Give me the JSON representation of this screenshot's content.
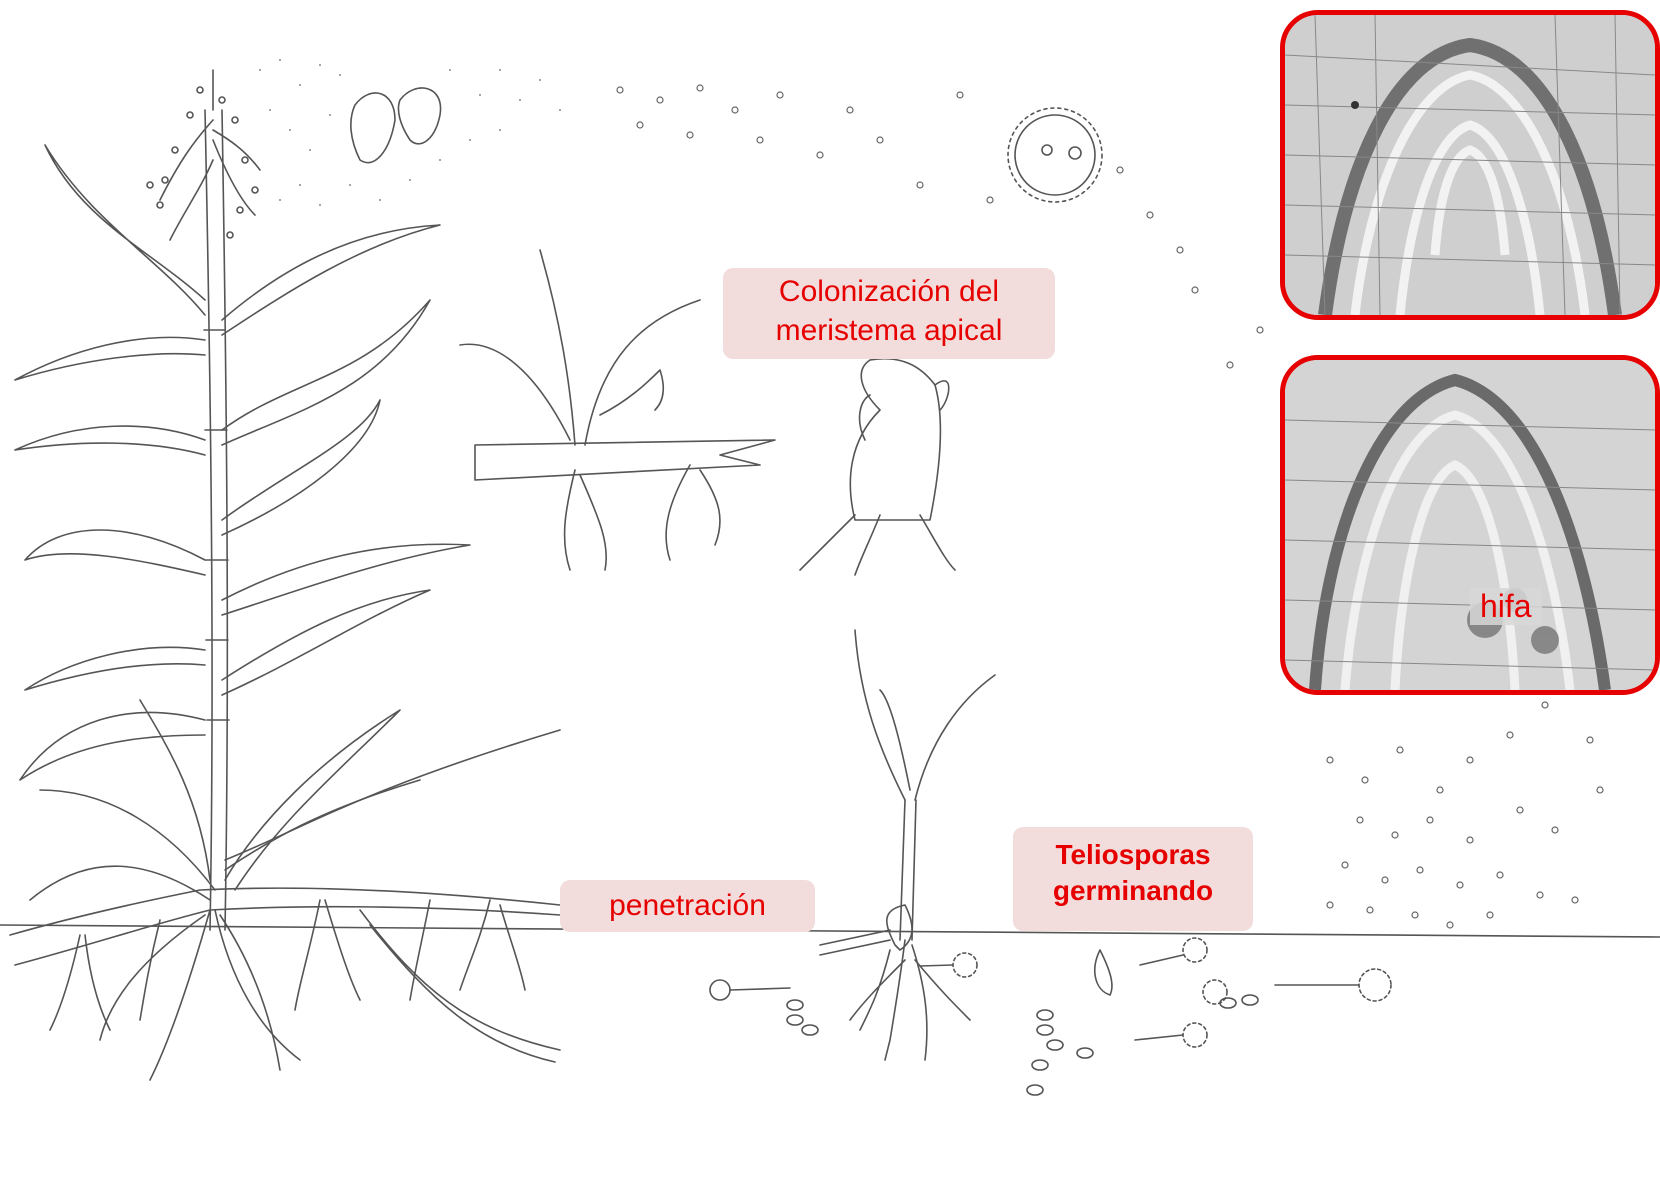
{
  "labels": {
    "colonization_line1": "Colonización del",
    "colonization_line2": "meristema apical",
    "penetration": "penetración",
    "teliospores_line1": "Teliosporas",
    "teliospores_line2": "germinando",
    "hyphae": "hifa"
  },
  "colors": {
    "accent": "#e60000",
    "label_background": "#f2dcdc",
    "line_drawing": "#555555"
  }
}
